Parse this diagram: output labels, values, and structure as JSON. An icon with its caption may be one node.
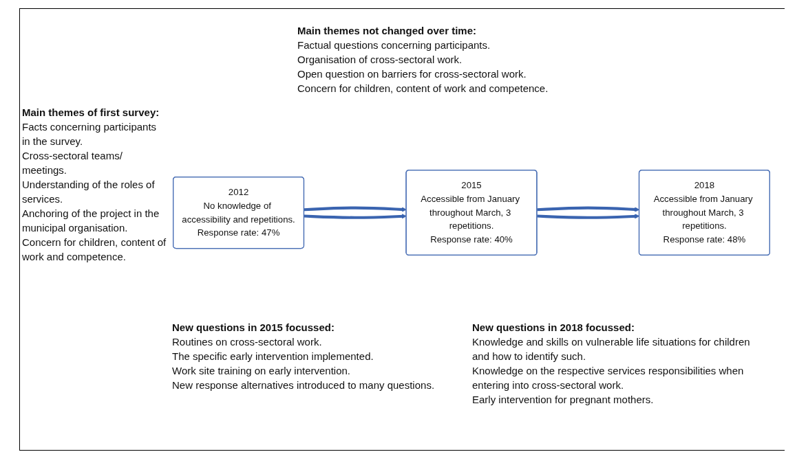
{
  "diagram": {
    "nodes": [
      {
        "text": [
          "2012",
          "No knowledge of accessibility and repetitions.",
          "Response rate: 47%"
        ]
      },
      {
        "text": [
          "2015",
          "Accessible from January throughout March, 3 repetitions.",
          "Response rate: 40%"
        ]
      },
      {
        "text": [
          "2018",
          "Accessible from January throughout March, 3 repetitions.",
          "Response rate: 48%"
        ]
      }
    ],
    "edges": [
      {
        "from": 0,
        "to": 1,
        "arrow": "to"
      },
      {
        "from": 0,
        "to": 1,
        "arrow": "to"
      },
      {
        "from": 1,
        "to": 2,
        "arrow": "to"
      },
      {
        "from": 1,
        "to": 2,
        "arrow": "to"
      }
    ],
    "labels": [
      "Main themes not changed over time:",
      "Factual questions concerning participants.",
      "Organisation of cross-sectoral work.",
      "Open question on barriers for cross-sectoral work.",
      "Concern for children, content of work and competence.",
      "Main themes of first survey:",
      "Facts concerning participants in the survey.",
      "Cross-sectoral teams/ meetings.",
      "Understanding of the roles of services.",
      "Anchoring of the project in the municipal organisation.",
      "Concern for children, content of work and competence.",
      "New questions in 2015 focussed:",
      "Routines on cross-sectoral work.",
      "The specific early intervention implemented.",
      "Work site training on early intervention.",
      "New response alternatives introduced to many questions.",
      "New questions in 2018 focussed:",
      "Knowledge and skills on vulnerable life situations for children and how to identify such.",
      "Knowledge on the respective services responsibilities when entering into cross-sectoral work.",
      "Early intervention for pregnant mothers."
    ]
  }
}
